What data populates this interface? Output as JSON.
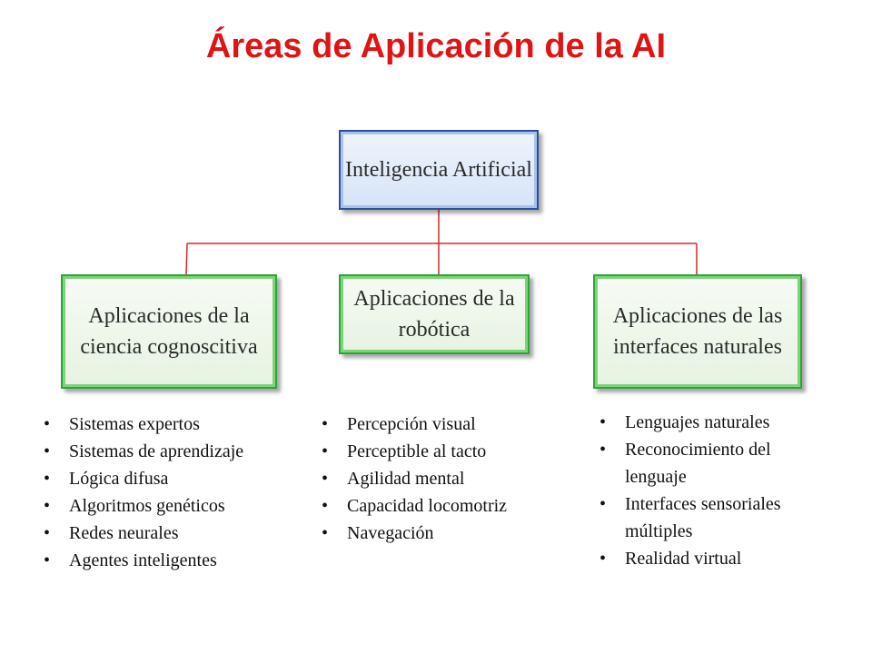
{
  "title": "Áreas de Aplicación de la AI",
  "colors": {
    "title": "#e01414",
    "connector": "#d9262b",
    "root_border": "#2e4f9a",
    "root_fill": "#d6e4f7",
    "child_border": "#2da53a",
    "child_fill": "#e7f3e2"
  },
  "root": {
    "label": "Inteligencia Artificial"
  },
  "branches": [
    {
      "label": "Aplicaciones de la ciencia cognoscitiva",
      "items": [
        "Sistemas expertos",
        "Sistemas de aprendizaje",
        "Lógica difusa",
        "Algoritmos genéticos",
        "Redes neurales",
        "Agentes inteligentes"
      ]
    },
    {
      "label": "Aplicaciones de la robótica",
      "items": [
        "Percepción visual",
        "Perceptible al tacto",
        "Agilidad mental",
        "Capacidad locomotriz",
        "Navegación"
      ]
    },
    {
      "label": "Aplicaciones de las interfaces naturales",
      "items": [
        "Lenguajes naturales",
        "Reconocimiento del lenguaje",
        "Interfaces sensoriales múltiples",
        "Realidad virtual"
      ]
    }
  ]
}
